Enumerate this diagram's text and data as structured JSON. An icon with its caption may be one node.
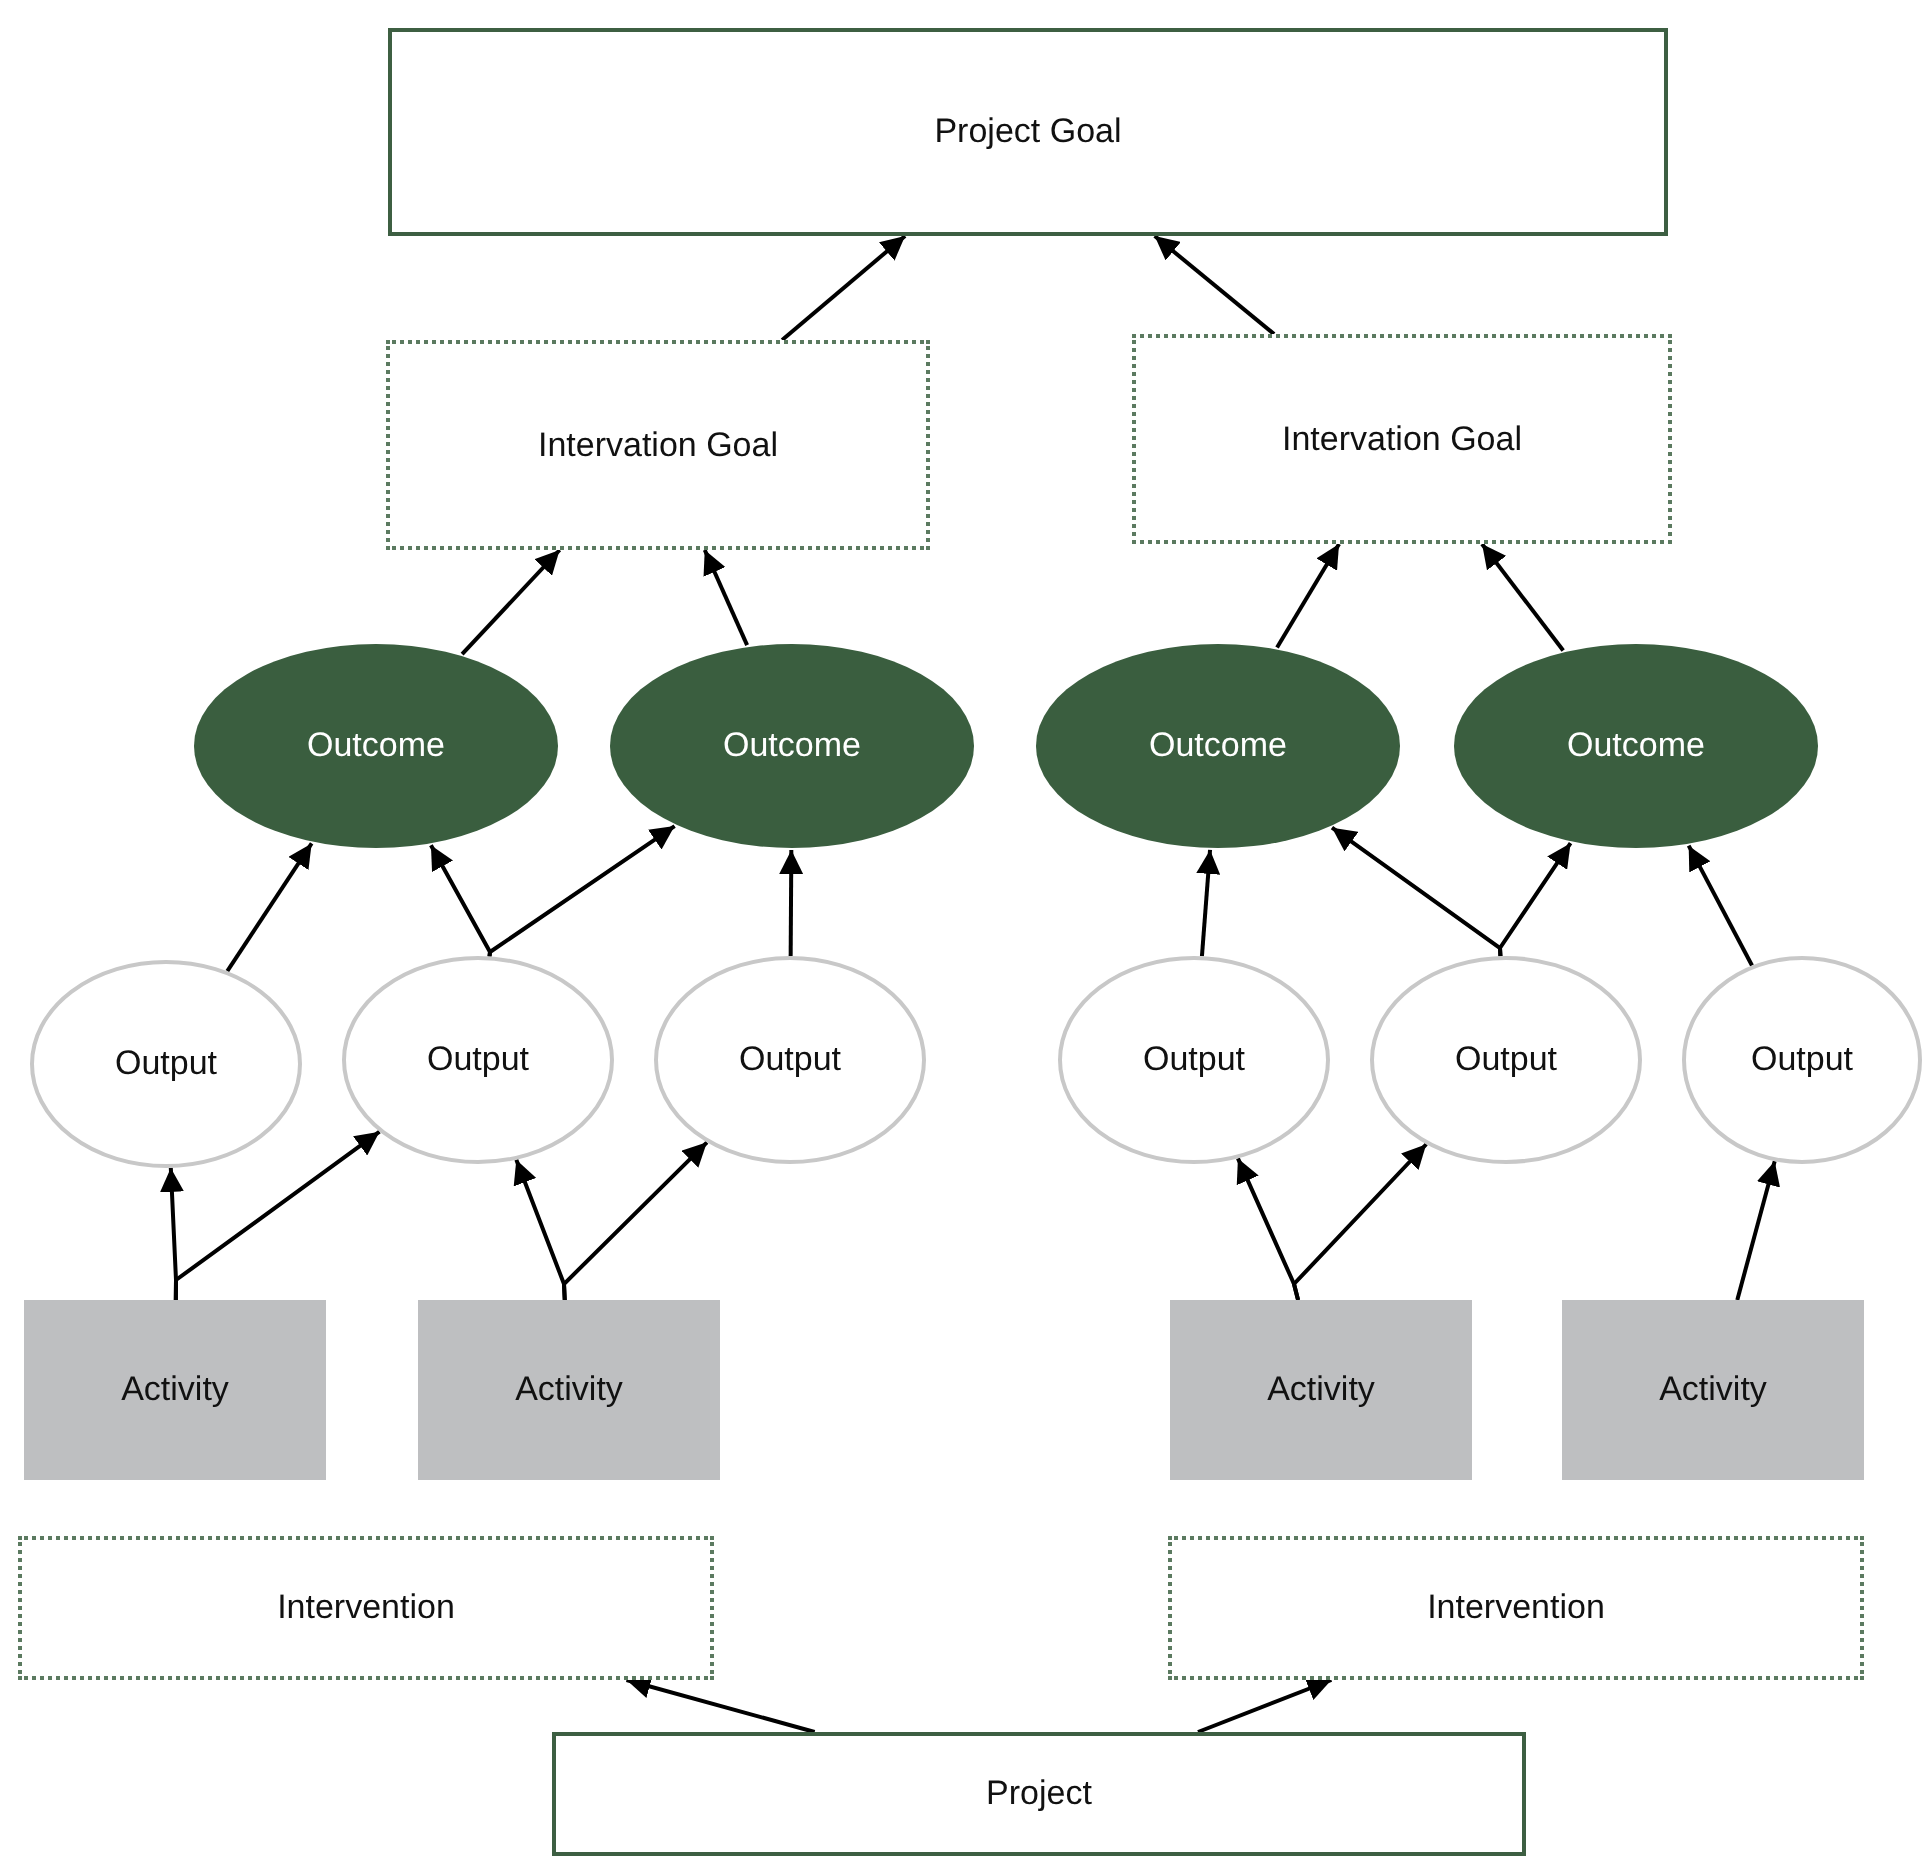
{
  "diagram": {
    "nodes": [
      {
        "text": [
          "Project Goal"
        ]
      },
      {
        "text": [
          "Intervation Goal"
        ]
      },
      {
        "text": [
          "Intervation Goal"
        ]
      },
      {
        "text": [
          "Outcome"
        ]
      },
      {
        "text": [
          "Outcome"
        ]
      },
      {
        "text": [
          "Outcome"
        ]
      },
      {
        "text": [
          "Outcome"
        ]
      },
      {
        "text": [
          "Output"
        ]
      },
      {
        "text": [
          "Output"
        ]
      },
      {
        "text": [
          "Output"
        ]
      },
      {
        "text": [
          "Output"
        ]
      },
      {
        "text": [
          "Output"
        ]
      },
      {
        "text": [
          "Output"
        ]
      },
      {
        "text": [
          "Activity"
        ]
      },
      {
        "text": [
          "Activity"
        ]
      },
      {
        "text": [
          "Activity"
        ]
      },
      {
        "text": [
          "Activity"
        ]
      },
      {
        "text": [
          "Intervention"
        ]
      },
      {
        "text": [
          "Intervention"
        ]
      },
      {
        "text": [
          "Project"
        ]
      }
    ],
    "edges": [
      {
        "from": 1,
        "to": 0,
        "arrow": "to"
      },
      {
        "from": 2,
        "to": 0,
        "arrow": "to"
      },
      {
        "from": 3,
        "to": 1,
        "arrow": "to"
      },
      {
        "from": 4,
        "to": 1,
        "arrow": "to"
      },
      {
        "from": 5,
        "to": 2,
        "arrow": "to"
      },
      {
        "from": 6,
        "to": 2,
        "arrow": "to"
      },
      {
        "from": 7,
        "to": 3,
        "arrow": "to"
      },
      {
        "from": 8,
        "to": 3,
        "arrow": "to"
      },
      {
        "from": 8,
        "to": 4,
        "arrow": "to"
      },
      {
        "from": 9,
        "to": 4,
        "arrow": "to"
      },
      {
        "from": 10,
        "to": 5,
        "arrow": "to"
      },
      {
        "from": 11,
        "to": 5,
        "arrow": "to"
      },
      {
        "from": 11,
        "to": 6,
        "arrow": "to"
      },
      {
        "from": 12,
        "to": 6,
        "arrow": "to"
      },
      {
        "from": 13,
        "to": 7,
        "arrow": "to"
      },
      {
        "from": 13,
        "to": 8,
        "arrow": "to"
      },
      {
        "from": 14,
        "to": 8,
        "arrow": "to"
      },
      {
        "from": 14,
        "to": 9,
        "arrow": "to"
      },
      {
        "from": 15,
        "to": 10,
        "arrow": "to"
      },
      {
        "from": 15,
        "to": 11,
        "arrow": "to"
      },
      {
        "from": 16,
        "to": 12,
        "arrow": "to"
      },
      {
        "from": 19,
        "to": 17,
        "arrow": "to"
      },
      {
        "from": 19,
        "to": 18,
        "arrow": "to"
      }
    ]
  }
}
